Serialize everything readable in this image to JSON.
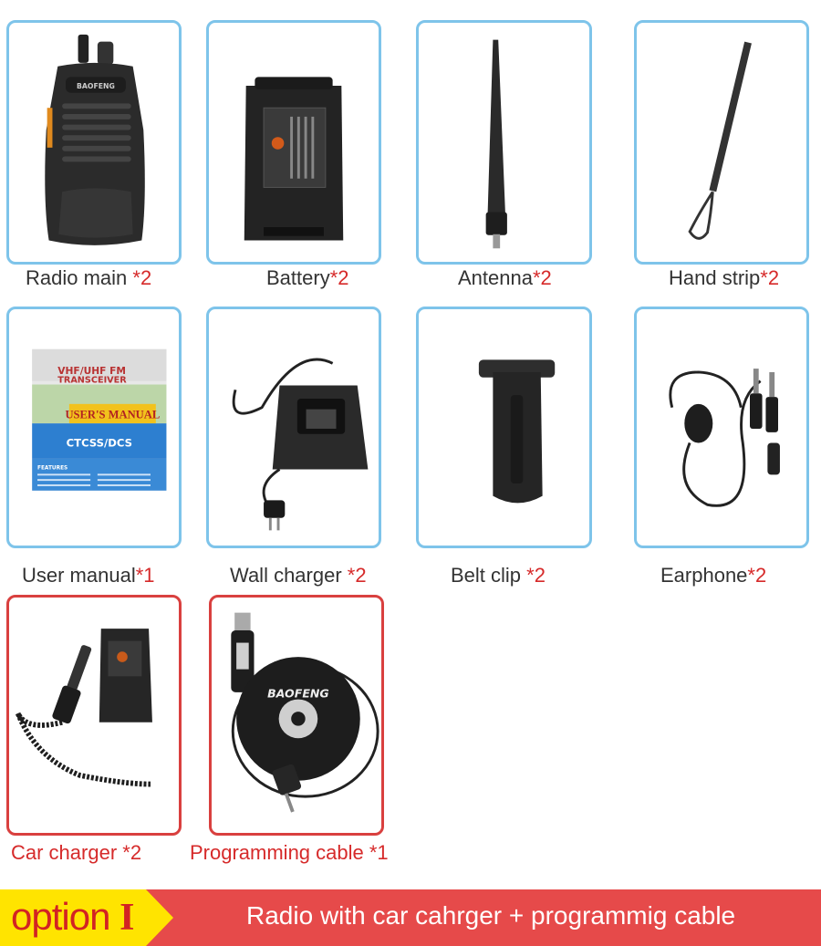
{
  "items": [
    {
      "name": "Radio main ",
      "qty": "*2"
    },
    {
      "name": "Battery",
      "qty": "*2"
    },
    {
      "name": "Antenna",
      "qty": "*2"
    },
    {
      "name": "Hand strip",
      "qty": "*2"
    },
    {
      "name": "User manual",
      "qty": "*1"
    },
    {
      "name": "Wall charger ",
      "qty": "*2"
    },
    {
      "name": "Belt clip ",
      "qty": "*2"
    },
    {
      "name": "Earphone",
      "qty": "*2"
    },
    {
      "name": "Car charger *2"
    },
    {
      "name": "Programming cable *1"
    }
  ],
  "product_text": {
    "radio_brand": "BAOFENG",
    "manual_line1": "VHF/UHF FM",
    "manual_line2": "TRANSCEIVER",
    "manual_title": "USER'S MANUAL",
    "manual_sub": "CTCSS/DCS",
    "manual_features": "FEATURES",
    "cd_brand": "BAOFENG"
  },
  "banner": {
    "option_word": "option",
    "option_numeral": "I",
    "description": "Radio with car cahrger + programmig cable"
  },
  "colors": {
    "card_border": "#7ec4ea",
    "highlight_border": "#d9403f",
    "banner_bg": "#e64a4a",
    "option_tab_bg": "#ffe400",
    "quantity_text": "#d62a2a"
  }
}
